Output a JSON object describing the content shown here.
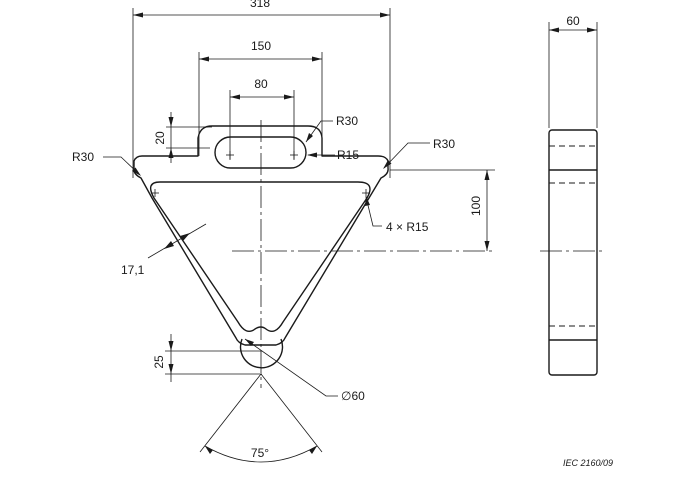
{
  "drawing": {
    "width_318": "318",
    "width_150": "150",
    "width_80": "80",
    "height_20": "20",
    "r30_top_slot": "R30",
    "r15_slot": "R15",
    "r30_left": "R30",
    "r30_right": "R30",
    "corners_4xr15": "4 × R15",
    "height_100": "100",
    "thickness_17_1": "17,1",
    "height_25": "25",
    "diameter_60": "∅60",
    "angle_75": "75°",
    "side_width_60": "60",
    "figure_source": "IEC   2160/09"
  }
}
